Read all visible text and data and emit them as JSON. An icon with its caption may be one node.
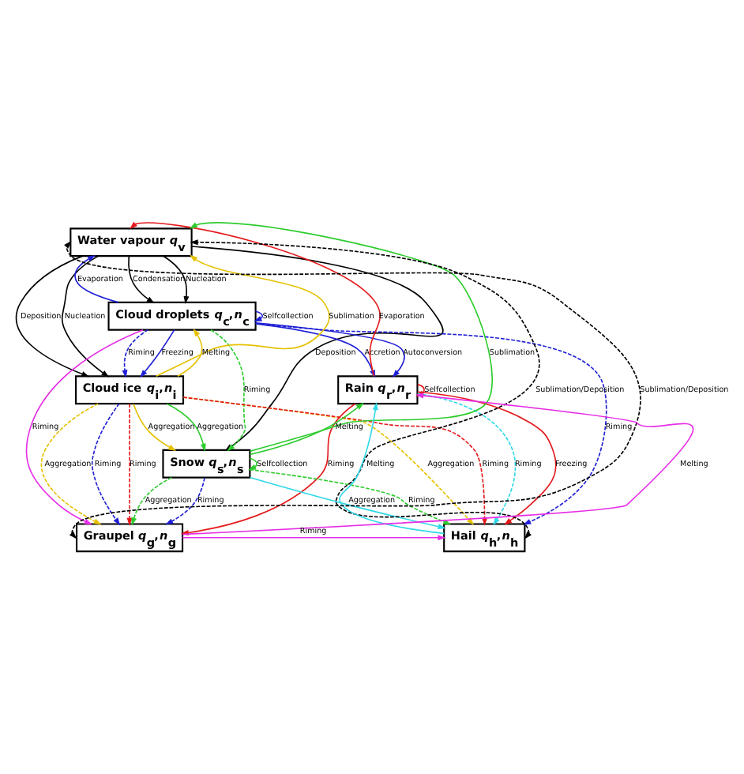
{
  "diagram": {
    "nodes": [
      {
        "text": [
          "Water vapour *q*$_{v}$"
        ]
      },
      {
        "text": [
          "Cloud droplets *q*$_{c}$,*n*$_{c}$"
        ]
      },
      {
        "text": [
          "Cloud ice *q*$_{i}$,*n*$_{i}$"
        ]
      },
      {
        "text": [
          "Rain *q*$_{r}$,*n*$_{r}$"
        ]
      },
      {
        "text": [
          "Snow *q*$_{s}$,*n*$_{s}$"
        ]
      },
      {
        "text": [
          "Hail *q*$_{h}$,*n*$_{h}$"
        ]
      },
      {
        "text": [
          "Graupel *q*$_{g}$,*n*$_{g}$"
        ]
      }
    ],
    "edges": [
      {
        "from": 3,
        "to": 0,
        "arrow": "to",
        "label": "Evaporation",
        "color": "#e41a1c"
      },
      {
        "from": 1,
        "to": 0,
        "arrow": "to",
        "label": "Evaporation",
        "color": "#1f1fd6"
      },
      {
        "from": 0,
        "to": 1,
        "arrow": "to",
        "label": "Condensation",
        "color": "#000000"
      },
      {
        "from": 0,
        "to": 1,
        "arrow": "to",
        "label": "Nucleation",
        "color": "#000000"
      },
      {
        "from": 5,
        "to": 0,
        "arrow": "both",
        "label": "Sublimation/Deposition",
        "style": "dashed",
        "color": "#000000"
      },
      {
        "from": 6,
        "to": 0,
        "arrow": "both",
        "label": "Sublimation/Deposition",
        "style": "dashed",
        "color": "#000000"
      },
      {
        "from": 4,
        "to": 0,
        "arrow": "to",
        "label": "Sublimation",
        "color": "#2ecc2e"
      },
      {
        "from": 0,
        "to": 4,
        "arrow": "to",
        "label": "Deposition",
        "color": "#000000"
      },
      {
        "from": 2,
        "to": 0,
        "arrow": "to",
        "label": "Sublimation",
        "color": "#e5c100"
      },
      {
        "from": 0,
        "to": 2,
        "arrow": "to",
        "label": "Nucleation",
        "color": "#000000"
      },
      {
        "from": 0,
        "to": 2,
        "arrow": "to",
        "label": "Deposition",
        "color": "#000000"
      },
      {
        "from": 2,
        "to": 1,
        "arrow": "to",
        "label": "Melting",
        "color": "#e5c100"
      },
      {
        "from": 1,
        "to": 2,
        "arrow": "to",
        "label": "Freezing",
        "color": "#1f1fd6"
      },
      {
        "from": 1,
        "to": 1,
        "arrow": "to",
        "label": "Selfcollection",
        "color": "#1f1fd6"
      },
      {
        "from": 1,
        "to": 3,
        "arrow": "to",
        "label": "Accretion",
        "color": "#1f1fd6"
      },
      {
        "from": 1,
        "to": 3,
        "arrow": "to",
        "label": "Autoconversion",
        "color": "#1f1fd6"
      },
      {
        "from": 3,
        "to": 3,
        "arrow": "to",
        "label": "Selfcollection",
        "color": "#e41a1c"
      },
      {
        "from": 1,
        "to": 2,
        "arrow": "to",
        "label": "Riming",
        "style": "dashed",
        "color": "#1f1fd6"
      },
      {
        "from": 2,
        "to": 4,
        "arrow": "to",
        "label": "Aggregation",
        "color": "#e5c100"
      },
      {
        "from": 2,
        "to": 4,
        "arrow": "to",
        "label": "Aggregation",
        "color": "#2ecc2e"
      },
      {
        "from": 4,
        "to": 3,
        "arrow": "to",
        "label": "Melting",
        "color": "#2ecc2e"
      },
      {
        "from": 4,
        "to": 4,
        "arrow": "to",
        "label": "Selfcollection",
        "color": "#2ecc2e"
      },
      {
        "from": 1,
        "to": 4,
        "arrow": "to",
        "label": "Riming",
        "style": "dashed",
        "color": "#2ecc2e"
      },
      {
        "from": 3,
        "to": 5,
        "arrow": "to",
        "label": "Freezing",
        "color": "#e41a1c"
      },
      {
        "from": 5,
        "to": 3,
        "arrow": "to",
        "label": "Melting",
        "color": "#2fd8e8"
      },
      {
        "from": 3,
        "to": 5,
        "arrow": "to",
        "label": "Riming",
        "style": "dashed",
        "color": "#2fd8e8"
      },
      {
        "from": 1,
        "to": 5,
        "arrow": "to",
        "label": "Riming",
        "style": "dashed",
        "color": "#1f1fd6"
      },
      {
        "from": 2,
        "to": 5,
        "arrow": "to",
        "label": "Aggregation",
        "style": "dashed",
        "color": "#e5c100"
      },
      {
        "from": 2,
        "to": 5,
        "arrow": "to",
        "label": "Riming",
        "style": "dashed",
        "color": "#e41a1c"
      },
      {
        "from": 4,
        "to": 5,
        "arrow": "to",
        "label": "Riming",
        "style": "dashed",
        "color": "#2ecc2e"
      },
      {
        "from": 6,
        "to": 5,
        "arrow": "to",
        "label": "Riming",
        "color": "#e62ee6"
      },
      {
        "from": 4,
        "to": 5,
        "arrow": "to",
        "label": "Aggregation",
        "color": "#2fd8e8"
      },
      {
        "from": 6,
        "to": 3,
        "arrow": "to",
        "label": "Melting",
        "color": "#e62ee6"
      },
      {
        "from": 2,
        "to": 6,
        "arrow": "to",
        "label": "Riming",
        "style": "dashed",
        "color": "#1f1fd6"
      },
      {
        "from": 2,
        "to": 6,
        "arrow": "to",
        "label": "Riming",
        "style": "dashed",
        "color": "#e41a1c"
      },
      {
        "from": 2,
        "to": 6,
        "arrow": "to",
        "label": "Aggregation",
        "style": "dashed",
        "color": "#e5c100"
      },
      {
        "from": 4,
        "to": 6,
        "arrow": "to",
        "label": "Riming",
        "style": "dashed",
        "color": "#1f1fd6"
      },
      {
        "from": 4,
        "to": 6,
        "arrow": "to",
        "label": "Aggregation",
        "style": "dashed",
        "color": "#2ecc2e"
      },
      {
        "from": 1,
        "to": 6,
        "arrow": "to",
        "label": "Riming",
        "color": "#e62ee6"
      },
      {
        "from": 3,
        "to": 6,
        "arrow": "to",
        "label": "Riming",
        "color": "#e41a1c"
      }
    ]
  }
}
